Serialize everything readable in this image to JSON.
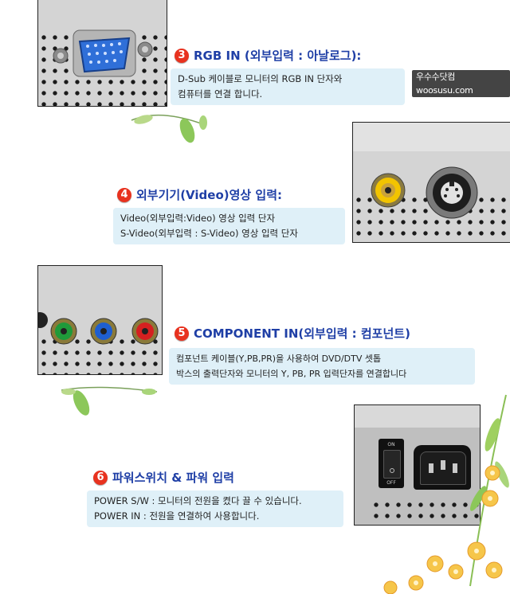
{
  "watermark": "우수수닷컴 woosusu.com",
  "sections": [
    {
      "number": "3",
      "title": "RGB IN (외부입력 : 아날로그):",
      "lines": [
        "D-Sub 케이블로 모니터의 RGB IN 단자와",
        "컴퓨터를 연결 합니다."
      ]
    },
    {
      "number": "4",
      "title": "외부기기(Video)영상 입력:",
      "lines": [
        "Video(외부입력:Video) 영상 입력 단자",
        "S-Video(외부입력 : S-Video) 영상 입력 단자"
      ]
    },
    {
      "number": "5",
      "title": "COMPONENT IN(외부입력 : 컴포넌트)",
      "lines": [
        "컴포넌트 케이블(Y,PB,PR)을 사용하여 DVD/DTV 셋톱",
        "박스의 출력단자와 모니터의 Y, PB, PR 입력단자를 연결합니다"
      ]
    },
    {
      "number": "6",
      "title": "파워스위치 & 파워 입력",
      "lines": [
        "POWER S/W : 모니터의 전원을 켰다 끌 수 있습니다.",
        "POWER IN : 전원을 연결하여 사용합니다."
      ]
    }
  ],
  "switch_labels": {
    "on": "ON",
    "off": "OFF"
  },
  "colors": {
    "number_badge": "#e8321f",
    "title": "#1f3fa6",
    "desc_bg": "#dff0f8",
    "rca_yellow": "#f2c400",
    "rca_green": "#1f9a3a",
    "rca_blue": "#1f5fd0",
    "rca_red": "#d52020",
    "vga_blue": "#2f6fd8"
  }
}
